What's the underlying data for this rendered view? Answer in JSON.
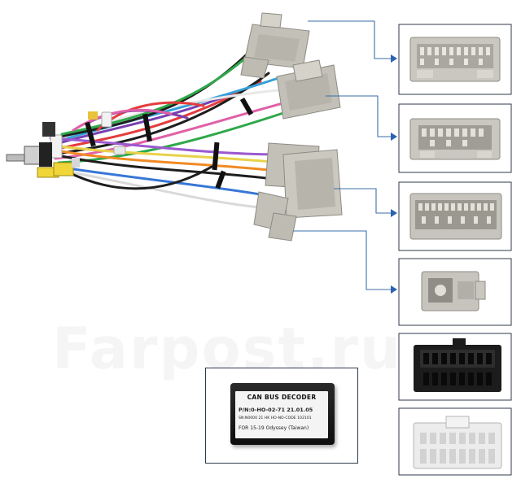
{
  "watermark": "Farpost.ru",
  "decoder": {
    "title": "CAN BUS DECODER",
    "part_number": "P/N:0-HO-02-71 21.01.05",
    "serial": "SN:N0000 21 HK HO-NO-CODE 102101",
    "fitment": "FOR 15-19 Odyssey (Taiwan)"
  },
  "colors": {
    "panel_border": "#2f3a4a",
    "leader_line": "#3a6ea8",
    "arrow": "#2a62b4",
    "connector_gray": "#c3c1b7",
    "connector_dark": "#9d9b93",
    "connector_white": "#eeeeee",
    "connector_black": "#1c1c1c"
  },
  "icons": [
    "wire-harness-icon",
    "antenna-plug-icon",
    "rca-plug-icon",
    "gray-connector-icon",
    "black-connector-icon",
    "white-connector-icon",
    "can-bus-decoder-icon",
    "arrow-right-icon"
  ]
}
